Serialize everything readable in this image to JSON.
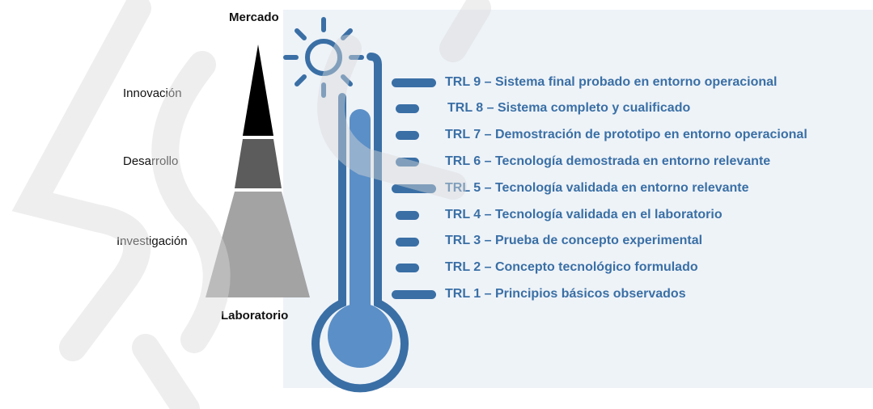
{
  "pyramid": {
    "top_label": "Mercado",
    "bottom_label": "Laboratorio",
    "stages": [
      {
        "label": "Innovación",
        "color": "#000000"
      },
      {
        "label": "Desarrollo",
        "color": "#5c5c5c"
      },
      {
        "label": "Investigación",
        "color": "#a3a3a3"
      }
    ]
  },
  "thermometer": {
    "color": "#3a6fa5",
    "fill_color": "#5b8fc7",
    "icon": "sun-icon"
  },
  "trl_levels": [
    {
      "code": "TRL 9",
      "text": "Sistema final probado en entorno operacional"
    },
    {
      "code": "TRL 8",
      "text": "Sistema completo y cualificado"
    },
    {
      "code": "TRL 7",
      "text": "Demostración de prototipo en entorno operacional"
    },
    {
      "code": "TRL 6",
      "text": "Tecnología demostrada en entorno relevante"
    },
    {
      "code": "TRL 5",
      "text": "Tecnología validada en entorno relevante"
    },
    {
      "code": "TRL 4",
      "text": "Tecnología validada en el laboratorio"
    },
    {
      "code": "TRL 3",
      "text": "Prueba de concepto experimental"
    },
    {
      "code": "TRL 2",
      "text": "Concepto tecnológico formulado"
    },
    {
      "code": "TRL 1",
      "text": "Principios básicos observados"
    }
  ],
  "separator": " – "
}
